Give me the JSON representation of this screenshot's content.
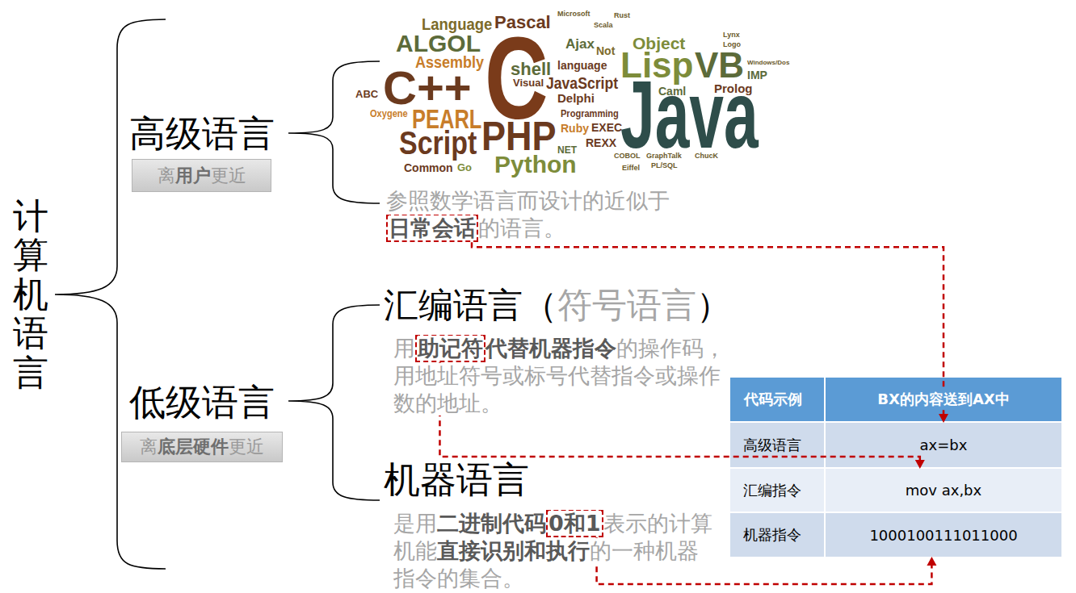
{
  "diagram": {
    "nodes": [
      {
        "text": [
          "离",
          "用户",
          "更近"
        ]
      },
      {
        "text": [
          "日常会话"
        ]
      },
      {
        "text": [
          "助记符"
        ]
      },
      {
        "text": [
          "离",
          "底层硬件",
          "更近"
        ]
      },
      {
        "text": [
          "0和1"
        ]
      },
      {
        "text": [
          "代码示例"
        ]
      },
      {
        "text": [
          "BX的内容送到AX中"
        ]
      },
      {
        "text": [
          "高级语言"
        ]
      },
      {
        "text": [
          "ax=bx"
        ]
      },
      {
        "text": [
          "汇编指令"
        ]
      },
      {
        "text": [
          "mov ax,bx"
        ]
      },
      {
        "text": [
          "机器指令"
        ]
      },
      {
        "text": [
          "1000100111011000"
        ]
      }
    ],
    "edges": [
      {
        "from": 1,
        "to": 8,
        "arrow": "to"
      },
      {
        "from": 2,
        "to": 10,
        "arrow": "to"
      },
      {
        "from": 4,
        "to": 12,
        "arrow": "to"
      }
    ],
    "labels": [
      "计算机语言",
      "高级语言",
      "参照数学语言而设计的近似于",
      "的语言。",
      "汇编语言（",
      "符号语言",
      "）",
      "用",
      "代替机器指令",
      "的操作码，用地址符号或标号代替指令或操作数的地址。",
      "低级语言",
      "机器语言",
      "是用",
      "二进制代码",
      "表示的计算机能",
      "直接识别和执行",
      "的一种机器指令的集合。",
      "Language",
      "Pascal",
      "Microsoft",
      "Rust",
      "Scala",
      "ALGOL",
      "C",
      "Ajax",
      "Object",
      "Lynx",
      "Logo",
      "Not",
      "Assembly",
      "Lisp",
      "VB",
      "shell",
      "language",
      "Windows/Dos",
      "C++",
      "IMP",
      "JavaScript",
      "Visual",
      "Java",
      "Caml",
      "Prolog",
      "ABC",
      "Delphi",
      "PEARL",
      "Oxygene",
      "Programming",
      "PHP",
      "EXEC",
      "Ruby",
      "Script",
      "REXX",
      "NET",
      "COBOL",
      "GraphTalk",
      "ChucK",
      "Python",
      "Common",
      "Go",
      "PL/SQL",
      "Eiffel"
    ]
  }
}
